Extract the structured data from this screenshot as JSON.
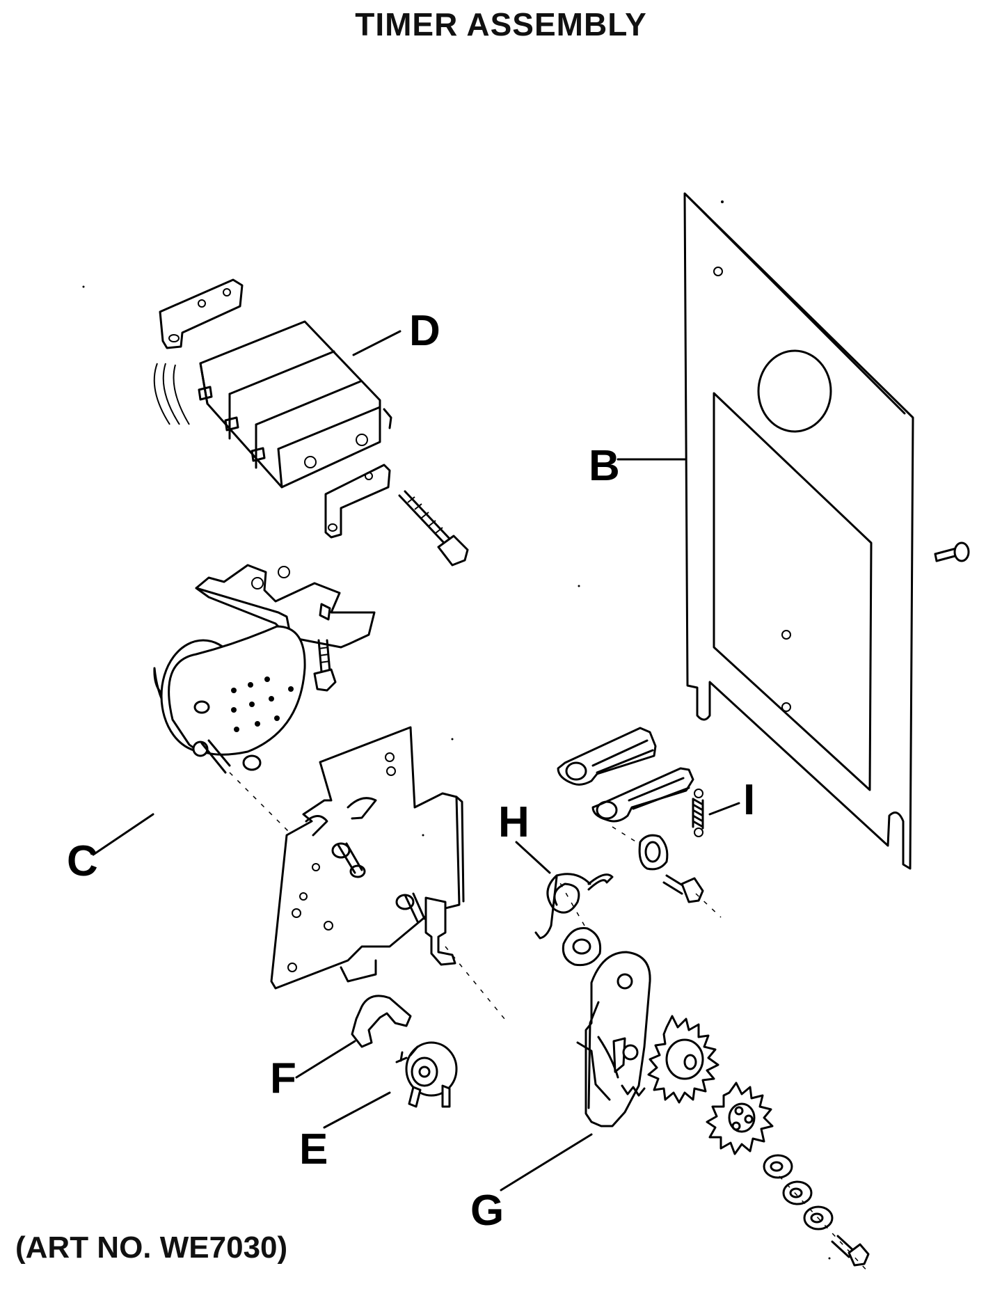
{
  "title": "TIMER ASSEMBLY",
  "art_number": "(ART NO. WE7030)",
  "callouts": {
    "B": "B",
    "C": "C",
    "D": "D",
    "E": "E",
    "F": "F",
    "G": "G",
    "H": "H",
    "I": "I"
  }
}
